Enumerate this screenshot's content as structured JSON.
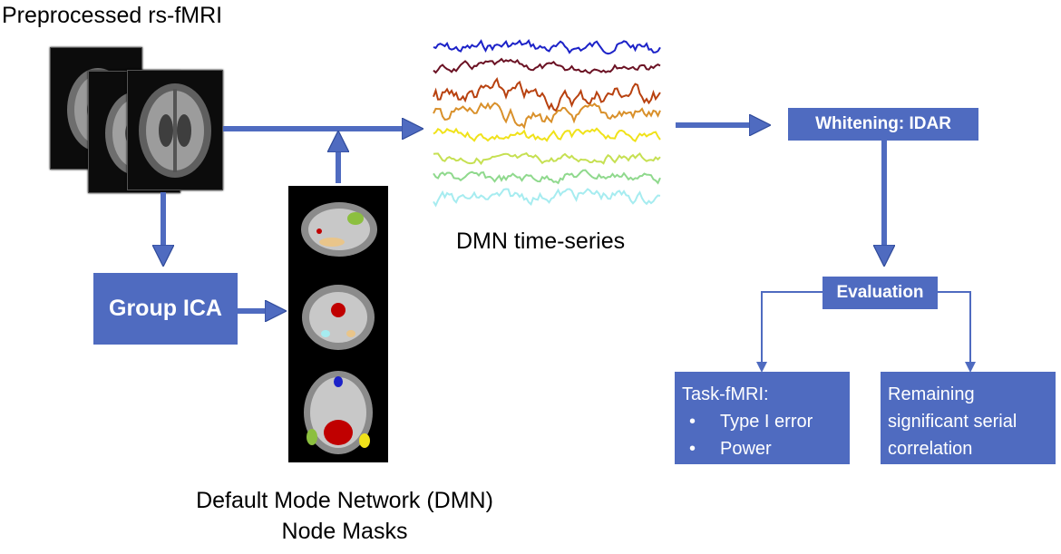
{
  "labels": {
    "input_title": "Preprocessed rs-fMRI",
    "timeseries_caption": "DMN time-series",
    "masks_caption_line1": "Default Mode Network (DMN)",
    "masks_caption_line2": "Node Masks"
  },
  "boxes": {
    "group_ica": "Group ICA",
    "whitening": "Whitening: IDAR",
    "evaluation": "Evaluation",
    "task_title": "Task-fMRI:",
    "task_items": [
      "Type I error",
      "Power"
    ],
    "remaining_line1": "Remaining",
    "remaining_line2": "significant serial",
    "remaining_line3": "correlation"
  },
  "colors": {
    "box_fill": "#4f6bc0",
    "arrow": "#4f6bc0",
    "timeseries": [
      "#1c22c8",
      "#6b1224",
      "#b8410f",
      "#d9902a",
      "#f0e21a",
      "#c6e052",
      "#8fd98d",
      "#a6ecf0"
    ]
  },
  "icons": [
    "brain-mri-stack",
    "dmn-mask-sagittal",
    "dmn-mask-coronal",
    "dmn-mask-axial"
  ]
}
